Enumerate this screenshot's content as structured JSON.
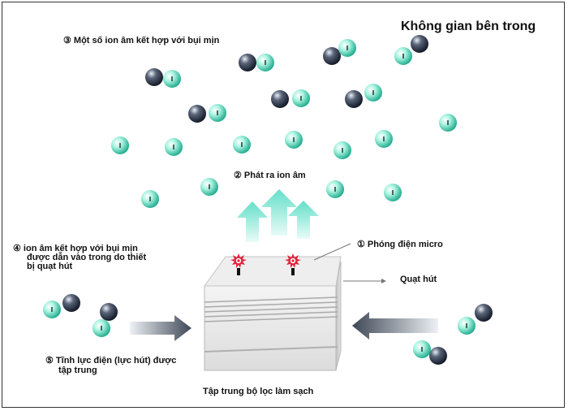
{
  "title": "Không gian bên trong",
  "labels": {
    "step3": "③ Một số ion âm kết hợp với bụi mịn",
    "step2": "② Phát ra ion âm",
    "step1": "① Phóng điện micro",
    "fan": "Quạt hút",
    "step4_line1": "④ ion âm kết hợp với bụi mịn",
    "step4_line2": "được dẫn vào trong do thiết",
    "step4_line3": "bị quạt hút",
    "step5_line1": "⑤ Tĩnh lực điện (lực hút) được",
    "step5_line2": "tập trung",
    "bottom": "Tập trung bộ lọc làm sạch"
  },
  "colors": {
    "ion": "#3fd7b0",
    "dust": "#1c2433",
    "arrow_up": "#7fe8d6",
    "arrow_side": "#4a5462"
  }
}
